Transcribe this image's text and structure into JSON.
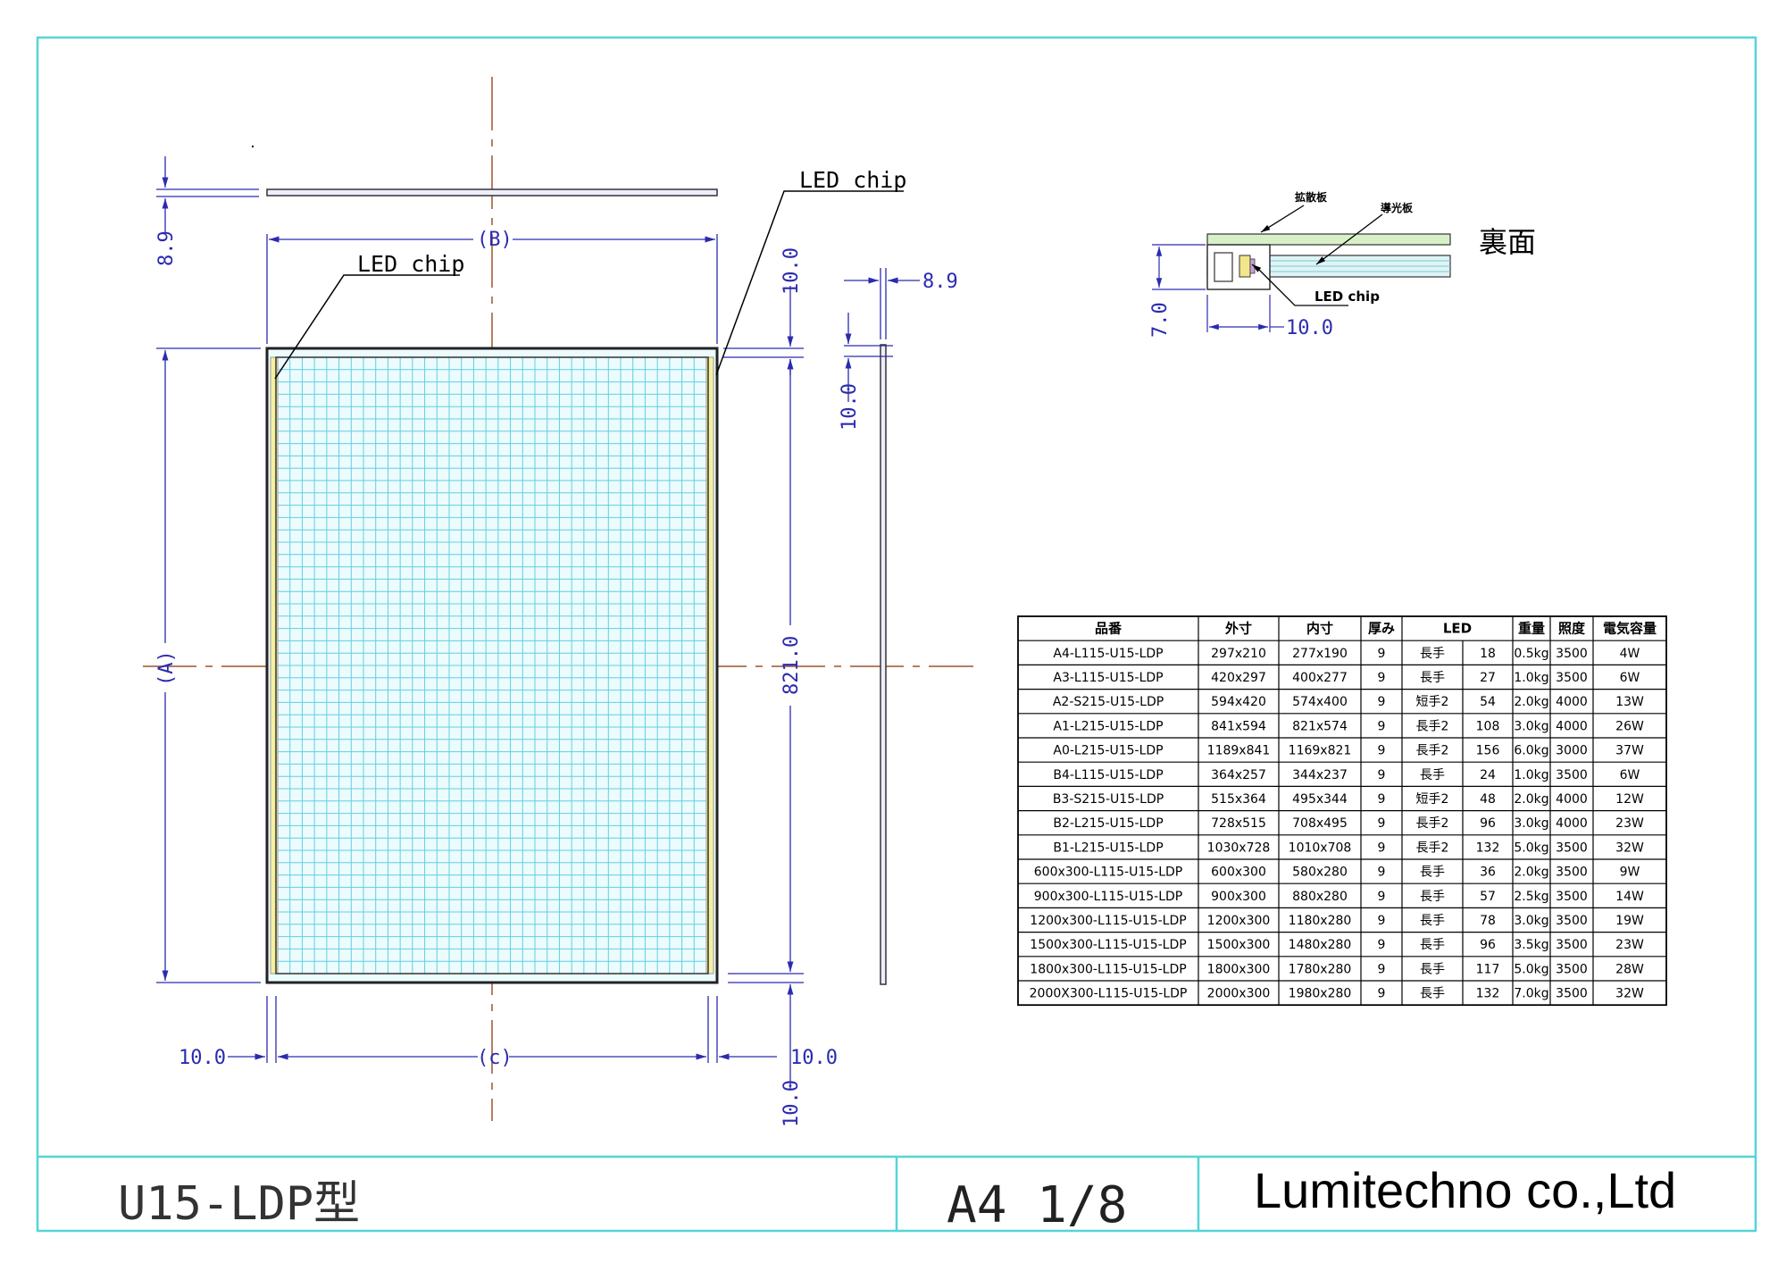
{
  "labels": {
    "led_chip_1": "LED chip",
    "led_chip_2": "LED chip",
    "led_chip_3": "LED chip",
    "dim_b": "(B)",
    "dim_a": "(A)",
    "dim_c": "(c)",
    "dim_89_left": "8.9",
    "dim_89_right": "8.9",
    "dim_100_top": "10.0",
    "dim_100_side": "10.0",
    "dim_821": "821.0",
    "dim_100_bl": "10.0",
    "dim_100_br": "10.0",
    "dim_100_bottom": "10.0",
    "detail_diffuser": "拡散板",
    "detail_lightguide": "導光板",
    "detail_back": "裏面",
    "detail_70": "7.0",
    "detail_100": "10.0"
  },
  "table": {
    "headers": [
      "品番",
      "外寸",
      "内寸",
      "厚み",
      "LED",
      "重量",
      "照度",
      "電気容量"
    ],
    "rows": [
      [
        "A4-L115-U15-LDP",
        "297x210",
        "277x190",
        "9",
        "長手",
        "18",
        "0.5kg",
        "3500",
        "4W"
      ],
      [
        "A3-L115-U15-LDP",
        "420x297",
        "400x277",
        "9",
        "長手",
        "27",
        "1.0kg",
        "3500",
        "6W"
      ],
      [
        "A2-S215-U15-LDP",
        "594x420",
        "574x400",
        "9",
        "短手2",
        "54",
        "2.0kg",
        "4000",
        "13W"
      ],
      [
        "A1-L215-U15-LDP",
        "841x594",
        "821x574",
        "9",
        "長手2",
        "108",
        "3.0kg",
        "4000",
        "26W"
      ],
      [
        "A0-L215-U15-LDP",
        "1189x841",
        "1169x821",
        "9",
        "長手2",
        "156",
        "6.0kg",
        "3000",
        "37W"
      ],
      [
        "B4-L115-U15-LDP",
        "364x257",
        "344x237",
        "9",
        "長手",
        "24",
        "1.0kg",
        "3500",
        "6W"
      ],
      [
        "B3-S215-U15-LDP",
        "515x364",
        "495x344",
        "9",
        "短手2",
        "48",
        "2.0kg",
        "4000",
        "12W"
      ],
      [
        "B2-L215-U15-LDP",
        "728x515",
        "708x495",
        "9",
        "長手2",
        "96",
        "3.0kg",
        "4000",
        "23W"
      ],
      [
        "B1-L215-U15-LDP",
        "1030x728",
        "1010x708",
        "9",
        "長手2",
        "132",
        "5.0kg",
        "3500",
        "32W"
      ],
      [
        "600x300-L115-U15-LDP",
        "600x300",
        "580x280",
        "9",
        "長手",
        "36",
        "2.0kg",
        "3500",
        "9W"
      ],
      [
        "900x300-L115-U15-LDP",
        "900x300",
        "880x280",
        "9",
        "長手",
        "57",
        "2.5kg",
        "3500",
        "14W"
      ],
      [
        "1200x300-L115-U15-LDP",
        "1200x300",
        "1180x280",
        "9",
        "長手",
        "78",
        "3.0kg",
        "3500",
        "19W"
      ],
      [
        "1500x300-L115-U15-LDP",
        "1500x300",
        "1480x280",
        "9",
        "長手",
        "96",
        "3.5kg",
        "3500",
        "23W"
      ],
      [
        "1800x300-L115-U15-LDP",
        "1800x300",
        "1780x280",
        "9",
        "長手",
        "117",
        "5.0kg",
        "3500",
        "28W"
      ],
      [
        "2000X300-L115-U15-LDP",
        "2000x300",
        "1980x280",
        "9",
        "長手",
        "132",
        "7.0kg",
        "3500",
        "32W"
      ]
    ]
  },
  "title_block": {
    "model": "U15-LDP型",
    "sheet": "A4 1/8",
    "company": "Lumitechno co.,Ltd"
  },
  "colors": {
    "frame": "#55d4d8",
    "dimension": "#2b2bb0",
    "grid": "#5fd0e0",
    "panel_fill": "#ecfbfd",
    "led_strip": "#f5f0a0",
    "center_line": "#a0522d"
  }
}
